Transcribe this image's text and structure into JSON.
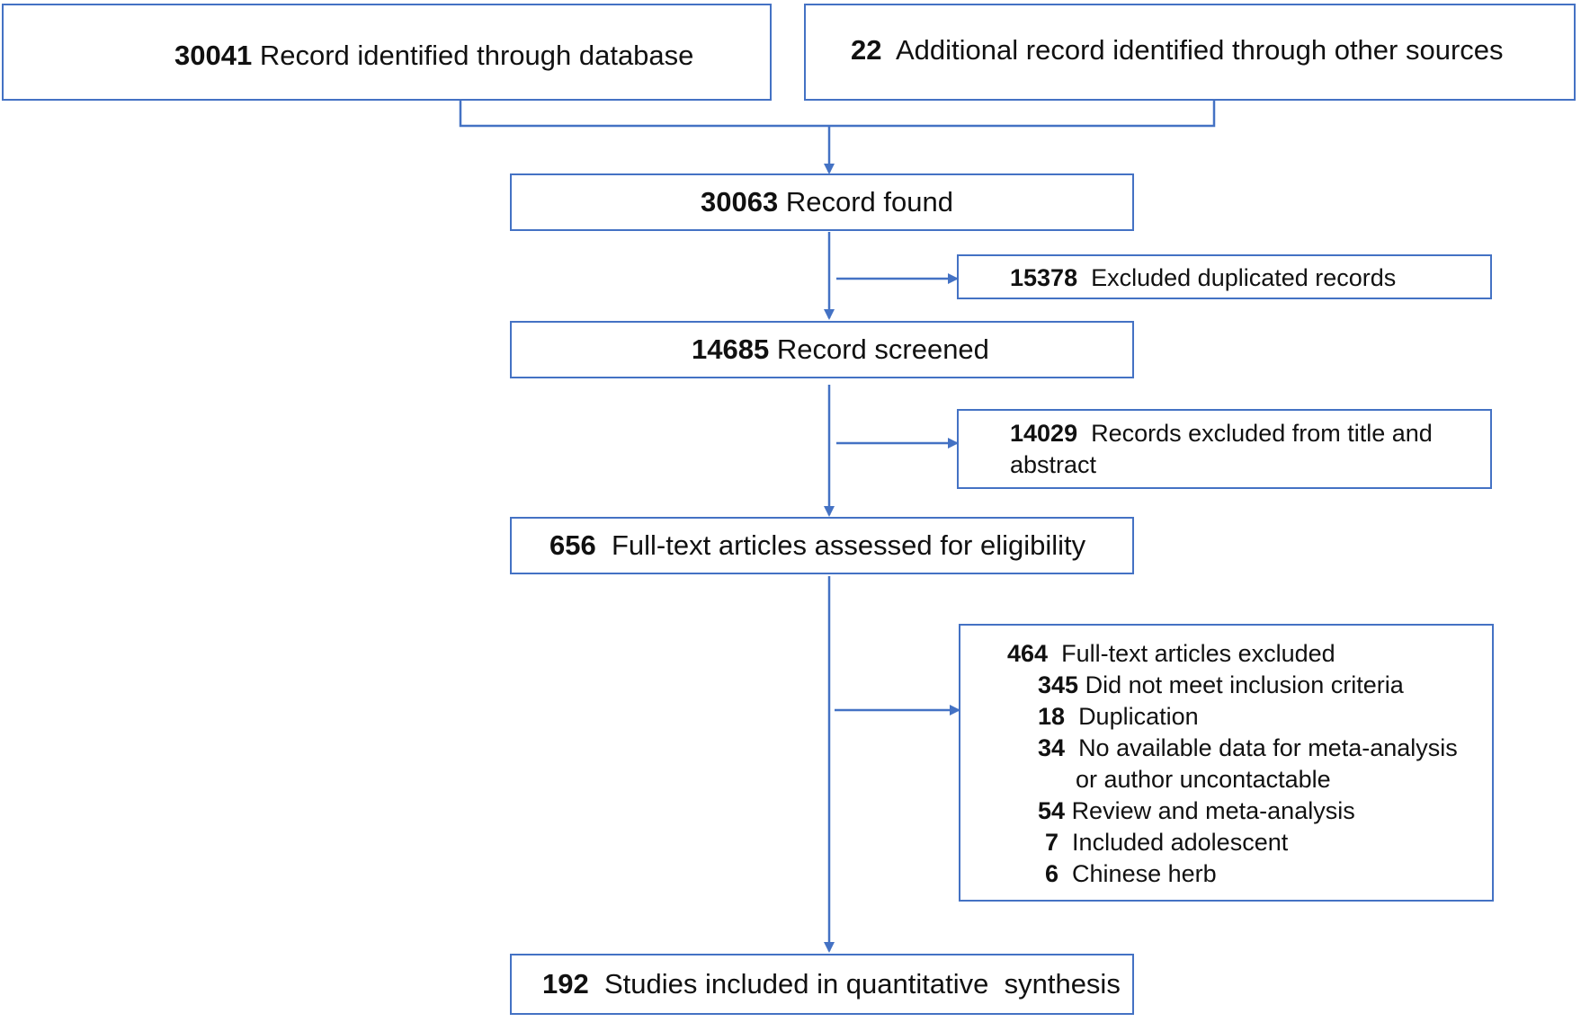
{
  "nodes": {
    "database": {
      "number": "30041",
      "label": "Record identified through database"
    },
    "other_sources": {
      "number": "22",
      "label": "Additional record identified through other sources"
    },
    "found": {
      "number": "30063",
      "label": "Record found"
    },
    "duplicates": {
      "number": "15378",
      "label": "Excluded duplicated records"
    },
    "screened": {
      "number": "14685",
      "label": "Record screened"
    },
    "title_abstract": {
      "number": "14029",
      "label_line1": "Records excluded from title and",
      "label_line2": "abstract"
    },
    "fulltext": {
      "number": "656",
      "label": "Full-text articles assessed for eligibility"
    },
    "excluded": {
      "number": "464",
      "label": "Full-text articles excluded",
      "reasons": [
        {
          "number": "345",
          "label": "Did not meet inclusion criteria"
        },
        {
          "number": "18",
          "label": "Duplication"
        },
        {
          "number": "34",
          "label": "No available data for meta-analysis",
          "label_cont": "or author uncontactable"
        },
        {
          "number": "54",
          "label": "Review and meta-analysis"
        },
        {
          "number": "7",
          "label": "Included adolescent"
        },
        {
          "number": "6",
          "label": "Chinese herb"
        }
      ]
    },
    "included": {
      "number": "192",
      "label": "Studies included in quantitative  synthesis"
    }
  },
  "colors": {
    "border": "#4472c4",
    "text": "#111111"
  }
}
